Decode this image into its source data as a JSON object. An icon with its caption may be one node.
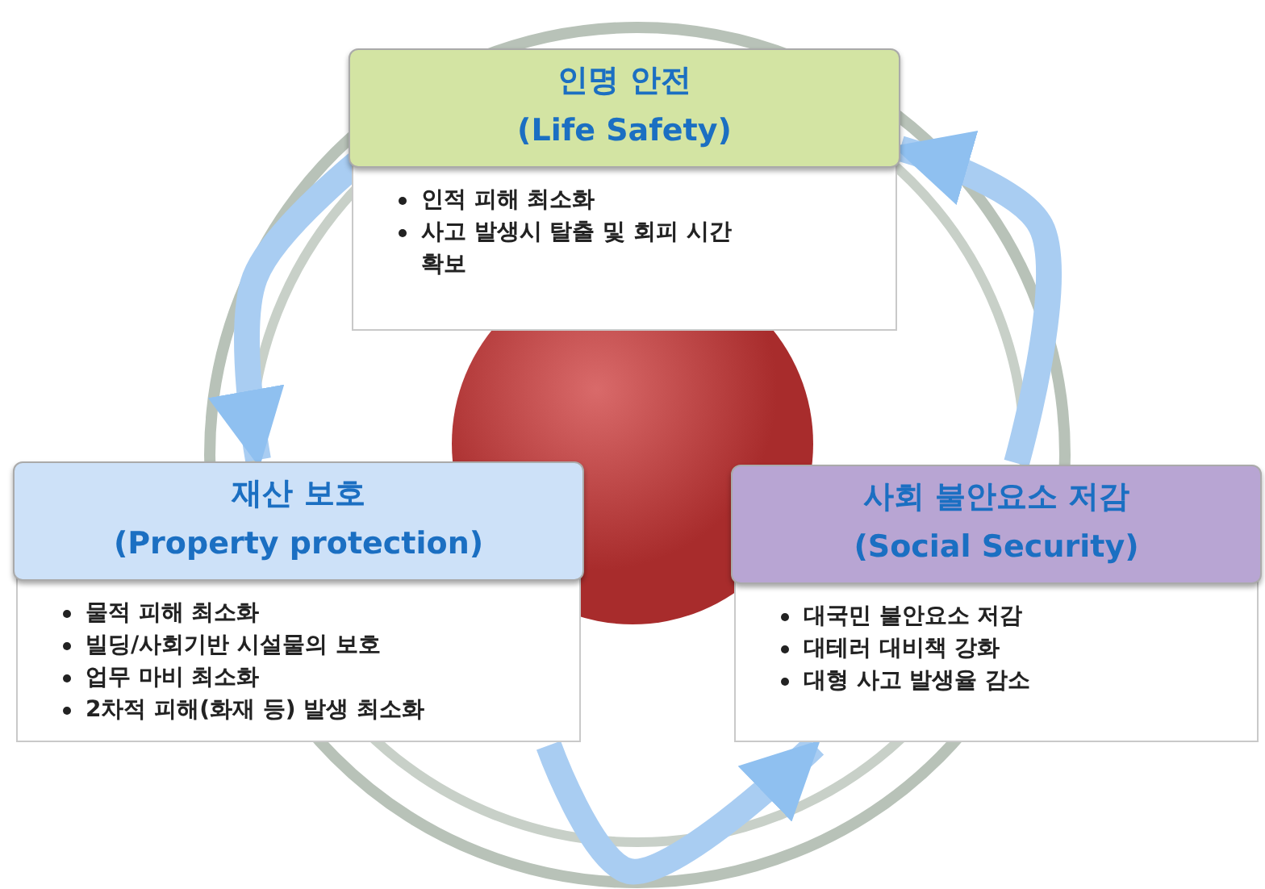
{
  "diagram": {
    "nodes": [
      {
        "text": [
          "인명 안전",
          "(Life Safety)",
          "인적 피해 최소화",
          "사고 발생시 탈출 및 회피 시간 확보"
        ]
      },
      {
        "text": [
          "재산 보호",
          "(Property protection)",
          "물적 피해 최소화",
          "빌딩/사회기반 시설물의 보호",
          "업무 마비 최소화",
          "2차적 피해(화재 등) 발생 최소화"
        ]
      },
      {
        "text": [
          "사회 불안요소 저감",
          "(Social Security)",
          "대국민 불안요소 저감",
          "대테러 대비책 강화",
          "대형 사고 발생율 감소"
        ]
      }
    ],
    "edges": [
      {
        "from": 0,
        "to": 1,
        "arrow": "to"
      },
      {
        "from": 1,
        "to": 2,
        "arrow": "to"
      },
      {
        "from": 2,
        "to": 0,
        "arrow": "to"
      }
    ]
  }
}
